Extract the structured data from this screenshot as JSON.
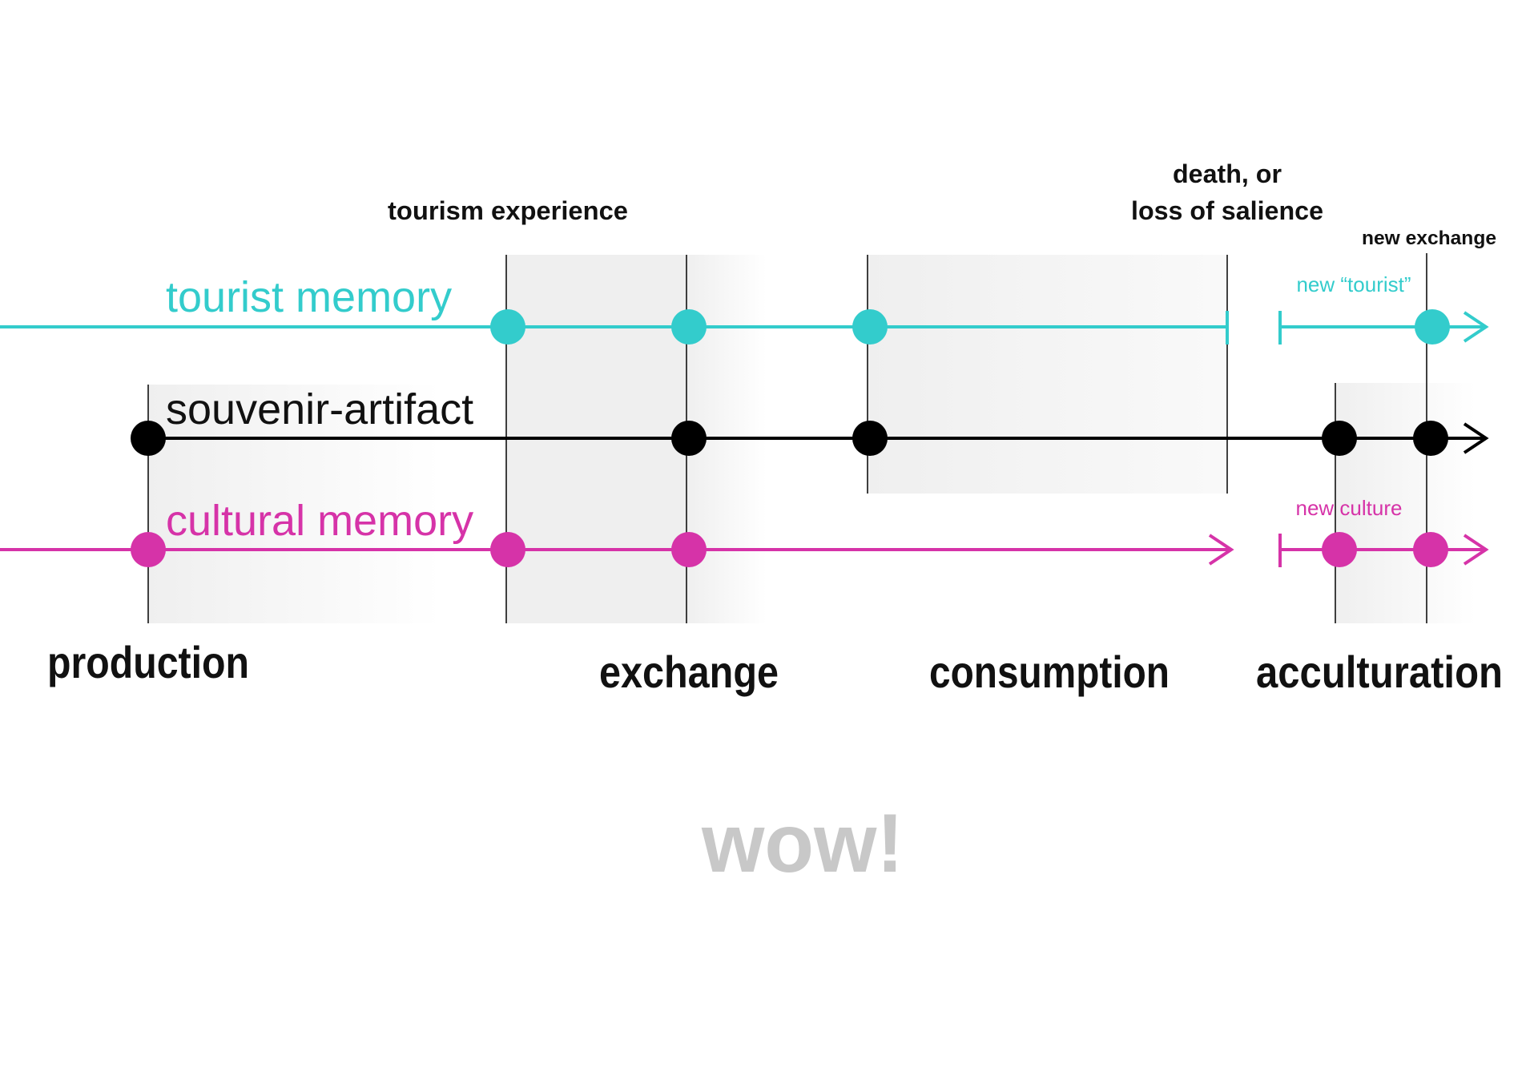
{
  "colors": {
    "tourist": "#33cccc",
    "artifact": "#000000",
    "cultural": "#d633a8",
    "shade": "#efefef",
    "wow": "#c8c8c8"
  },
  "lines": {
    "tourist": "tourist memory",
    "artifact": "souvenir-artifact",
    "cultural": "cultural memory"
  },
  "events": {
    "tourism_experience": "tourism experience",
    "death_line1": "death, or",
    "death_line2": "loss of salience",
    "new_exchange": "new exchange",
    "new_tourist": "new “tourist”",
    "new_culture": "new culture"
  },
  "stages": {
    "production": "production",
    "exchange": "exchange",
    "consumption": "consumption",
    "acculturation": "acculturation"
  },
  "exclamation": "wow!"
}
